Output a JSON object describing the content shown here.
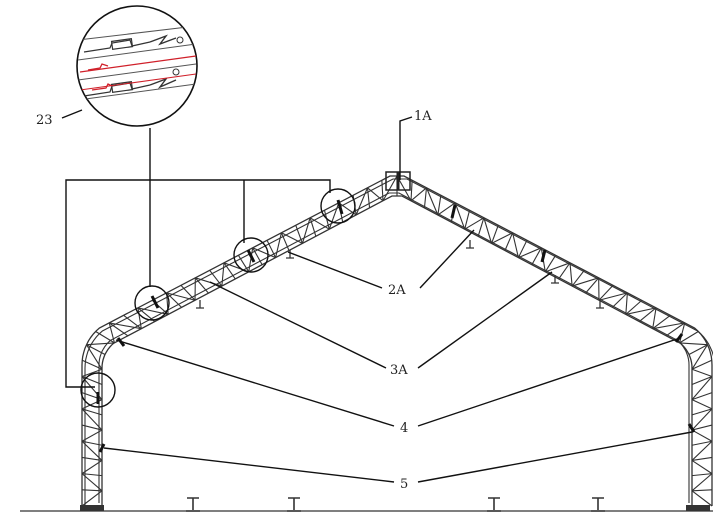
{
  "labels": {
    "detail": "23",
    "ridge": "1A",
    "purlin": "2A",
    "brace": "3A",
    "bracket": "4",
    "column": "5"
  },
  "colors": {
    "line": "#333333",
    "detail_accent": "#d0202a"
  }
}
